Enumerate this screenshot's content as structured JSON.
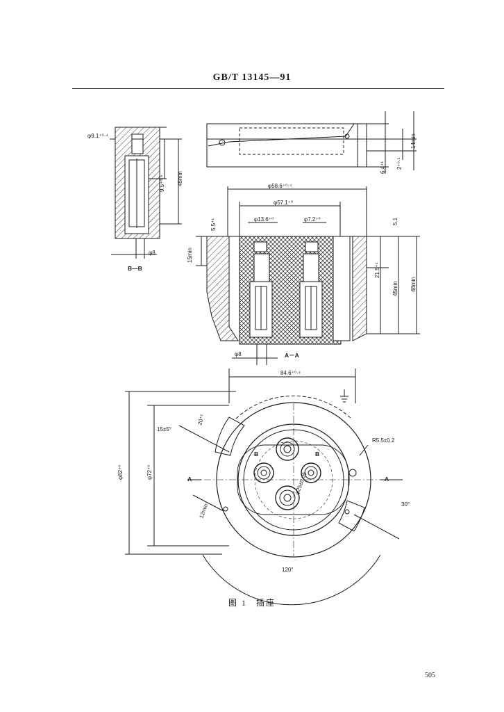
{
  "header": {
    "standard": "GB/T 13145—91"
  },
  "section_bb": {
    "dims": {
      "dia_top": "φ9.1⁺⁰·⁴",
      "depth": "9.5⁺⁰·⁵",
      "height": "45min",
      "dia_bottom": "φ8"
    },
    "label": "B—B"
  },
  "top_view": {
    "dims": {
      "d1": "6.4⁺¹",
      "d2": "2⁺⁰·⁵",
      "d3": "14min"
    }
  },
  "section_aa": {
    "dims": {
      "outer_dia": "φ58.6⁺⁰·⁴",
      "inner_dia": "φ57.1⁺⁰",
      "hole_left": "φ13.6⁺⁰",
      "hole_right": "φ7.2⁺⁰",
      "step_left": "5.5⁺¹",
      "step_right": "5.1",
      "depth_left": "15min",
      "depth_mid": "21.5⁺¹",
      "height": "45min",
      "height_total": "48min",
      "dia_bottom": "φ8"
    },
    "label": "A－A"
  },
  "plan_view": {
    "dims": {
      "top_dia": "84.6⁺⁰·⁴",
      "outer_dia": "φ82⁺⁰",
      "inner_dia": "φ72⁺⁰",
      "keyway": "20⁺¹",
      "angle_left": "15±5°",
      "radius": "R5.5±0.2",
      "pin_circle": "φ25±0.05",
      "width": "12min",
      "angle_right": "30°",
      "angle_bottom": "120°"
    },
    "labels": {
      "b_left": "B",
      "b_right": "B",
      "a_left": "A",
      "a_right": "A"
    }
  },
  "caption": {
    "figure": "图 1",
    "title": "插座"
  },
  "page_number": "505"
}
